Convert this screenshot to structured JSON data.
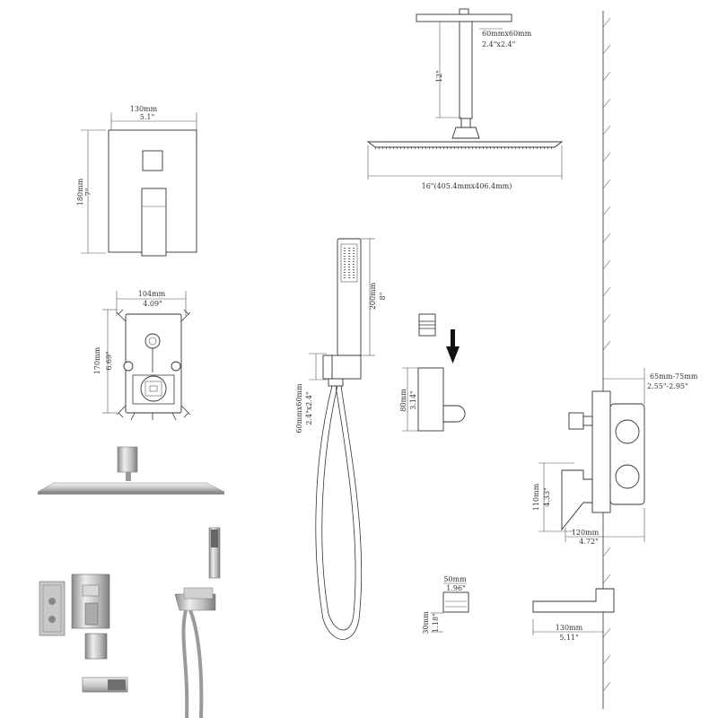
{
  "colors": {
    "line": "#333333",
    "metal_light": "#e6e6e6",
    "metal_mid": "#b8b8b8",
    "metal_dark": "#8a8a8a",
    "arrow": "#111111"
  },
  "labels": {
    "trim_width_mm": "130mm",
    "trim_width_in": "5.1\"",
    "trim_height_mm": "180mm",
    "trim_height_in": "7\"",
    "valve_width_mm": "104mm",
    "valve_width_in": "4.09\"",
    "valve_height_mm": "170mm",
    "valve_height_in": "6.69\"",
    "arm_flange_mm": "60mmx60mm",
    "arm_flange_in": "2.4\"x2.4\"",
    "arm_length_in": "12\"",
    "head_size": "16\"(405.4mmx406.4mm)",
    "handheld_length_mm": "200mm",
    "handheld_length_in": "8\"",
    "elbow_mm": "60mmx60mm",
    "elbow_in": "2.4\"x2.4\"",
    "holder_height_mm": "80mm",
    "holder_height_in": "3.14\"",
    "wall_depth_mm": "65mm-75mm",
    "wall_depth_in": "2.55\"-2.95\"",
    "lever_height_mm": "110mm",
    "lever_height_in": "4.33\"",
    "lever_depth_mm": "120mm",
    "lever_depth_in": "4.72\"",
    "spout_small_w_mm": "50mm",
    "spout_small_w_in": "1.96\"",
    "spout_small_h_mm": "30mm",
    "spout_small_h_in": "1.18\"",
    "spout_len_mm": "130mm",
    "spout_len_in": "5.11\""
  }
}
